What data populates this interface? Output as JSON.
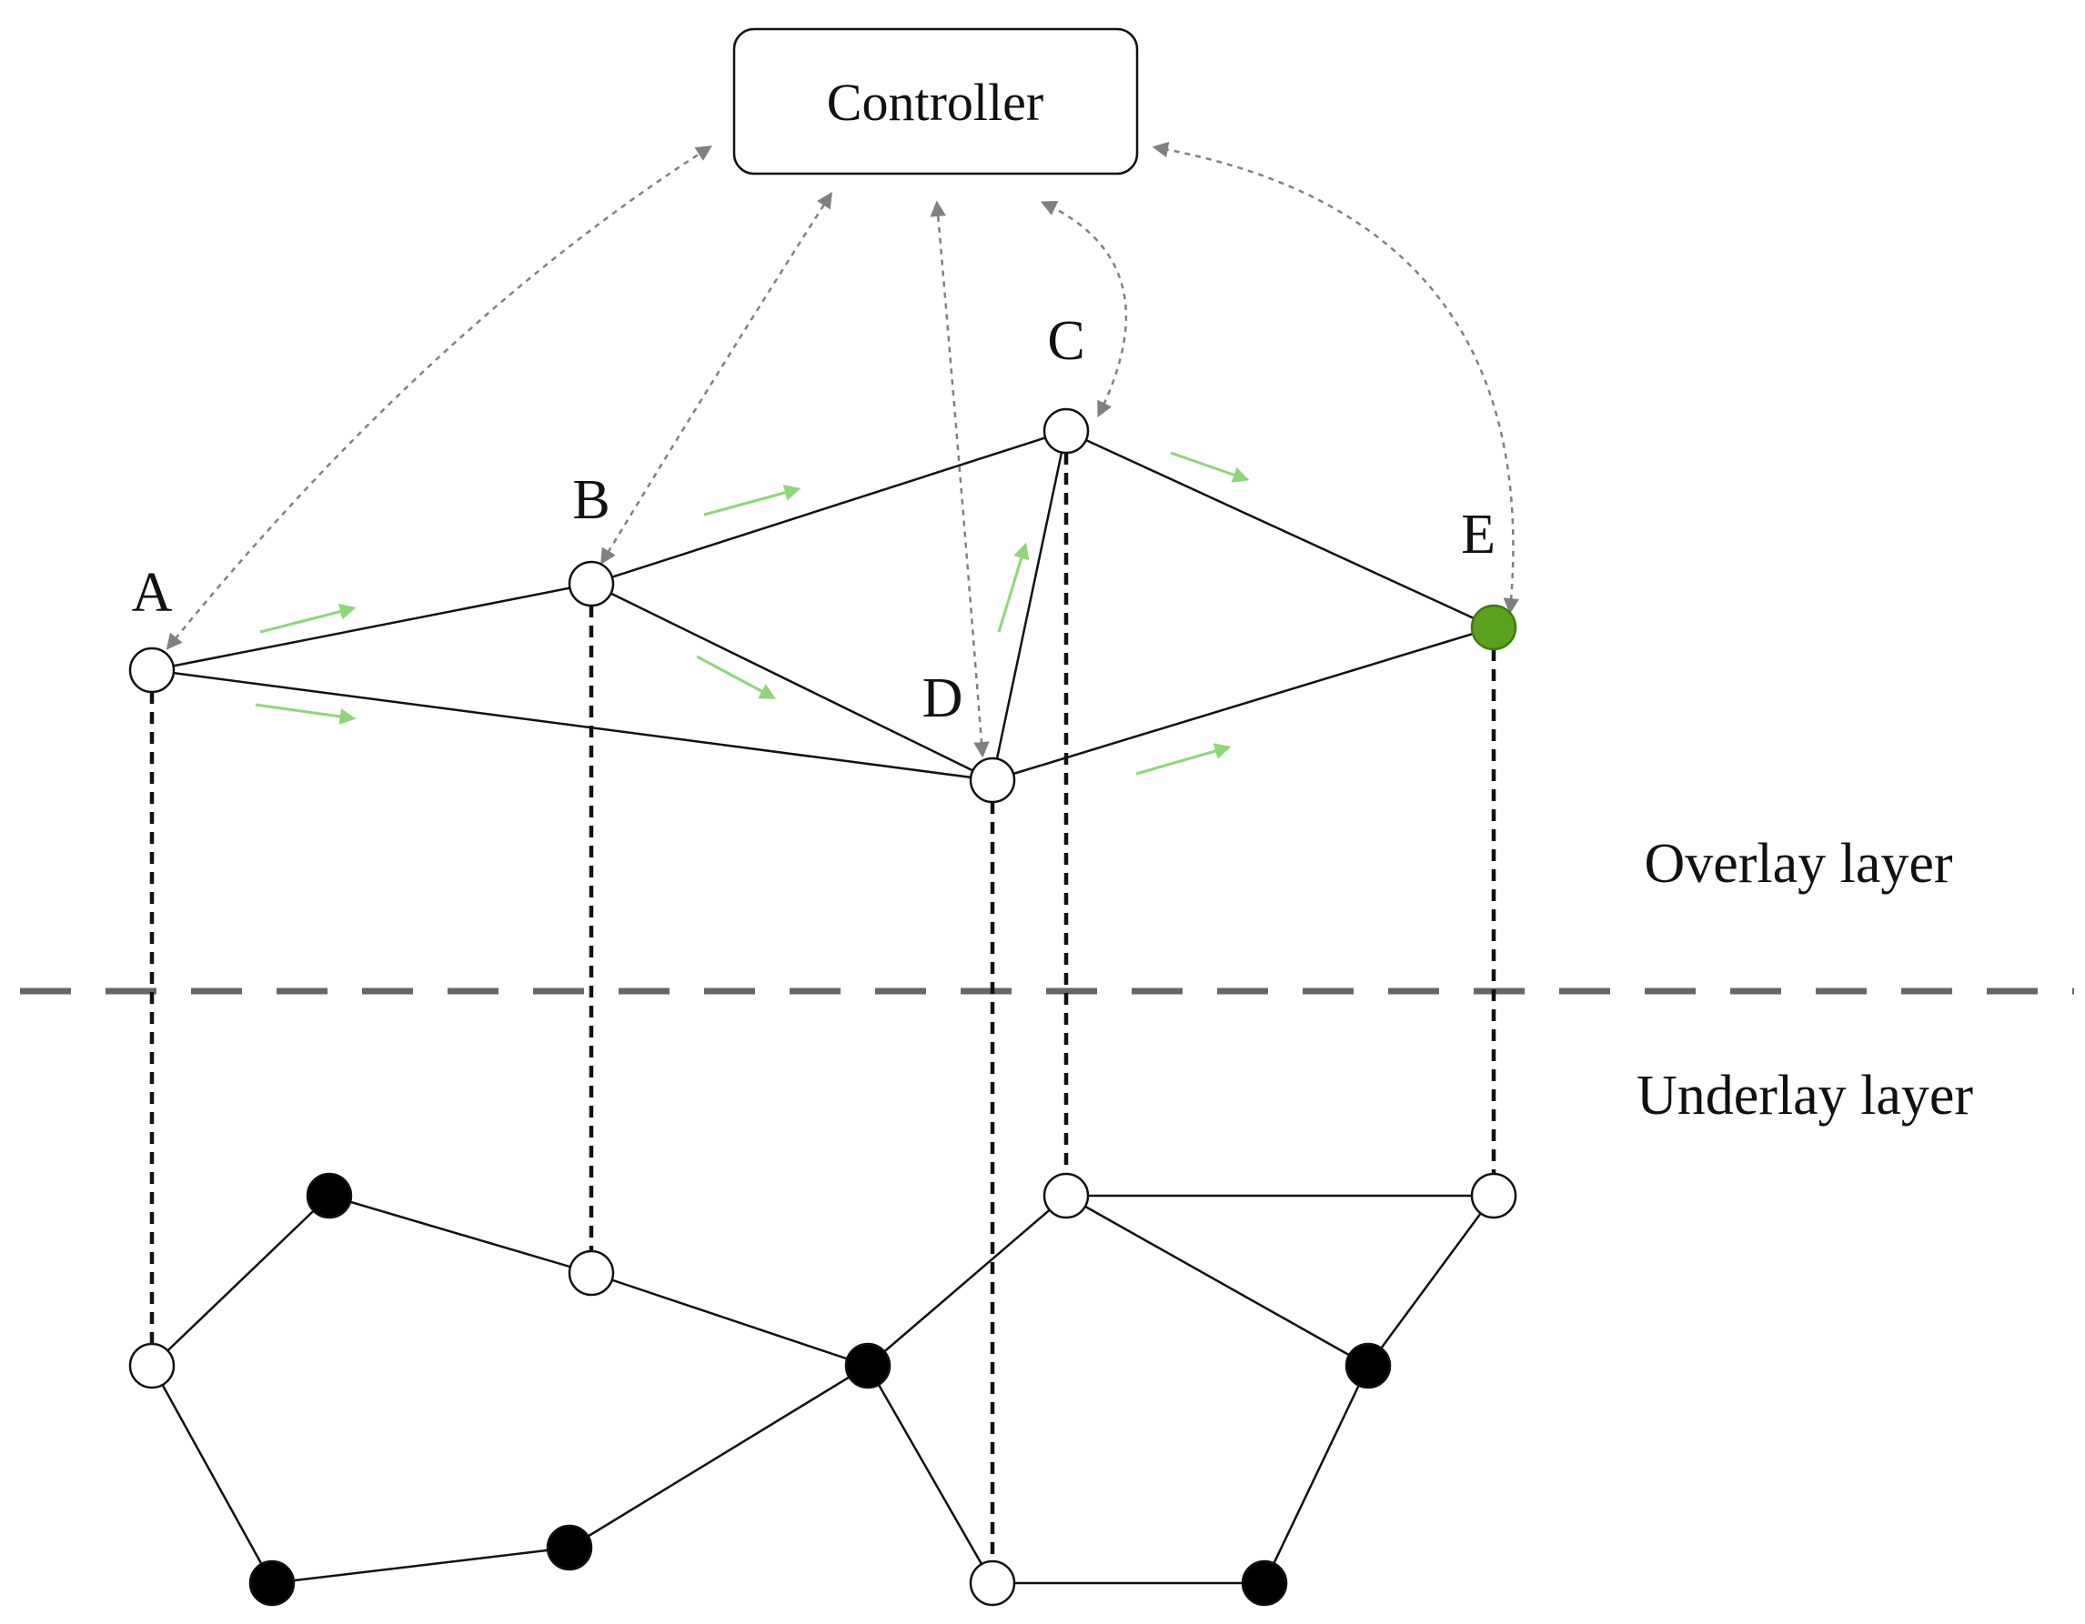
{
  "controller": {
    "label": "Controller"
  },
  "layers": {
    "overlay_label": "Overlay layer",
    "underlay_label": "Underlay layer"
  },
  "nodes": {
    "A": {
      "label": "A"
    },
    "B": {
      "label": "B"
    },
    "C": {
      "label": "C"
    },
    "D": {
      "label": "D"
    },
    "E": {
      "label": "E"
    }
  },
  "overlay_links": [
    [
      "A",
      "B"
    ],
    [
      "A",
      "D"
    ],
    [
      "B",
      "C"
    ],
    [
      "B",
      "D"
    ],
    [
      "C",
      "D"
    ],
    [
      "C",
      "E"
    ],
    [
      "D",
      "E"
    ]
  ],
  "overlay_highlight_node": "E",
  "control_channels": [
    "A",
    "B",
    "C",
    "D",
    "E"
  ],
  "underlay": {
    "nodes": [
      {
        "id": "u1",
        "filled": false
      },
      {
        "id": "u2",
        "filled": true
      },
      {
        "id": "u3",
        "filled": false
      },
      {
        "id": "u4",
        "filled": true
      },
      {
        "id": "u5",
        "filled": true
      },
      {
        "id": "u6",
        "filled": true
      },
      {
        "id": "u7",
        "filled": false
      },
      {
        "id": "u8",
        "filled": false
      },
      {
        "id": "u9",
        "filled": true
      },
      {
        "id": "u10",
        "filled": false
      },
      {
        "id": "u11",
        "filled": true
      }
    ],
    "links": [
      [
        "u1",
        "u2"
      ],
      [
        "u2",
        "u3"
      ],
      [
        "u3",
        "u4"
      ],
      [
        "u1",
        "u5"
      ],
      [
        "u5",
        "u6"
      ],
      [
        "u6",
        "u4"
      ],
      [
        "u4",
        "u7"
      ],
      [
        "u4",
        "u10"
      ],
      [
        "u7",
        "u8"
      ],
      [
        "u7",
        "u9"
      ],
      [
        "u8",
        "u9"
      ],
      [
        "u9",
        "u11"
      ],
      [
        "u10",
        "u11"
      ]
    ]
  },
  "mappings": [
    [
      "A",
      "u1"
    ],
    [
      "B",
      "u3"
    ],
    [
      "C",
      "u7"
    ],
    [
      "D",
      "u10"
    ],
    [
      "E",
      "u8"
    ]
  ],
  "colors": {
    "line": "#111111",
    "control": "#808080",
    "flow_arrow": "#8fd67a",
    "highlight_node": "#5aa21e",
    "filled_node": "#000000",
    "separator": "#666666"
  }
}
